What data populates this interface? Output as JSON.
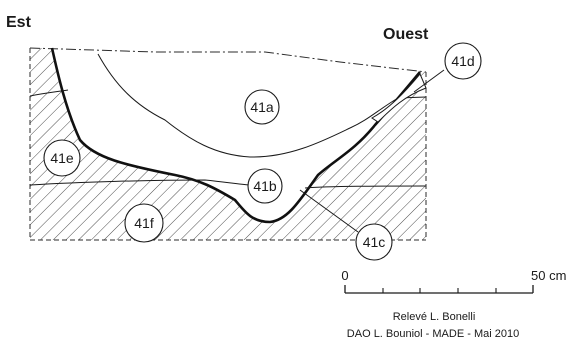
{
  "orientation": {
    "east": "Est",
    "west": "Ouest"
  },
  "layers": [
    {
      "id": "41a",
      "label": "41a"
    },
    {
      "id": "41b",
      "label": "41b"
    },
    {
      "id": "41c",
      "label": "41c"
    },
    {
      "id": "41d",
      "label": "41d"
    },
    {
      "id": "41e",
      "label": "41e"
    },
    {
      "id": "41f",
      "label": "41f"
    }
  ],
  "scale_bar": {
    "start": "0",
    "end": "50 cm"
  },
  "credits": {
    "survey": "Relevé  L. Bonelli",
    "drafting": "DAO L. Bouniol - MADE - Mai 2010"
  }
}
